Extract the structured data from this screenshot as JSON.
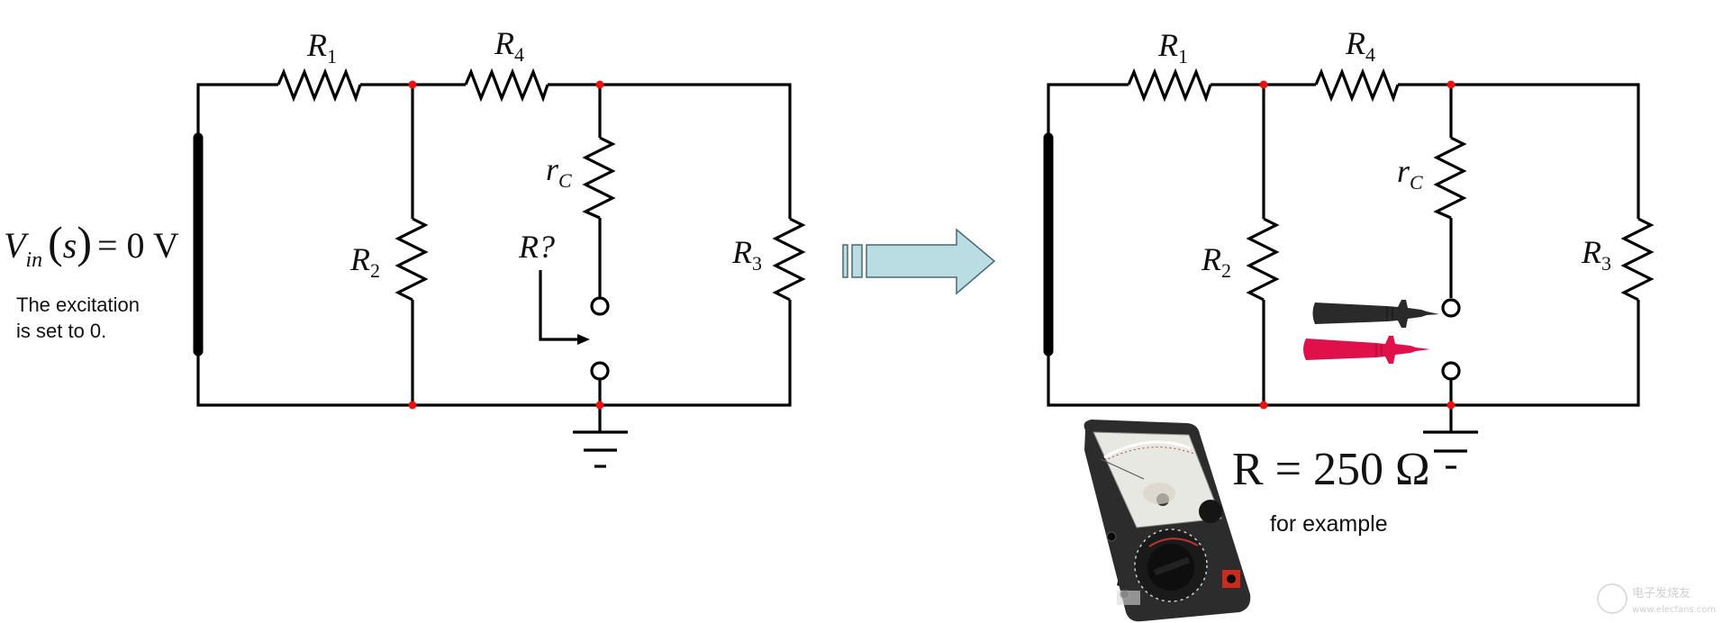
{
  "left_panel": {
    "source_equation": {
      "symbol": "V",
      "subscript": "in",
      "argument": "s",
      "rhs": "= 0 V"
    },
    "excitation_note": [
      "The excitation",
      "is set to 0."
    ],
    "labels": {
      "R1": {
        "main": "R",
        "sub": "1"
      },
      "R4": {
        "main": "R",
        "sub": "4"
      },
      "R2": {
        "main": "R",
        "sub": "2"
      },
      "R3": {
        "main": "R",
        "sub": "3"
      },
      "rC": {
        "main": "r",
        "sub": "C"
      }
    },
    "unknown_label": "R?"
  },
  "transition_arrow": {
    "color": "#b9dde2",
    "outline": "#4a6a70"
  },
  "right_panel": {
    "labels": {
      "R1": {
        "main": "R",
        "sub": "1"
      },
      "R4": {
        "main": "R",
        "sub": "4"
      },
      "R2": {
        "main": "R",
        "sub": "2"
      },
      "R3": {
        "main": "R",
        "sub": "3"
      },
      "rC": {
        "main": "r",
        "sub": "C"
      }
    },
    "measurement": "R = 250 Ω",
    "measurement_note": "for example",
    "probes": [
      {
        "name": "black probe",
        "color": "#2a2a2a"
      },
      {
        "name": "red probe",
        "color": "#e0104a"
      }
    ],
    "instrument": "analog multimeter"
  },
  "colors": {
    "wire": "#000000",
    "node": "#ee1111"
  },
  "watermark": {
    "line1": "电子发烧友",
    "line2": "www.elecfans.com"
  }
}
